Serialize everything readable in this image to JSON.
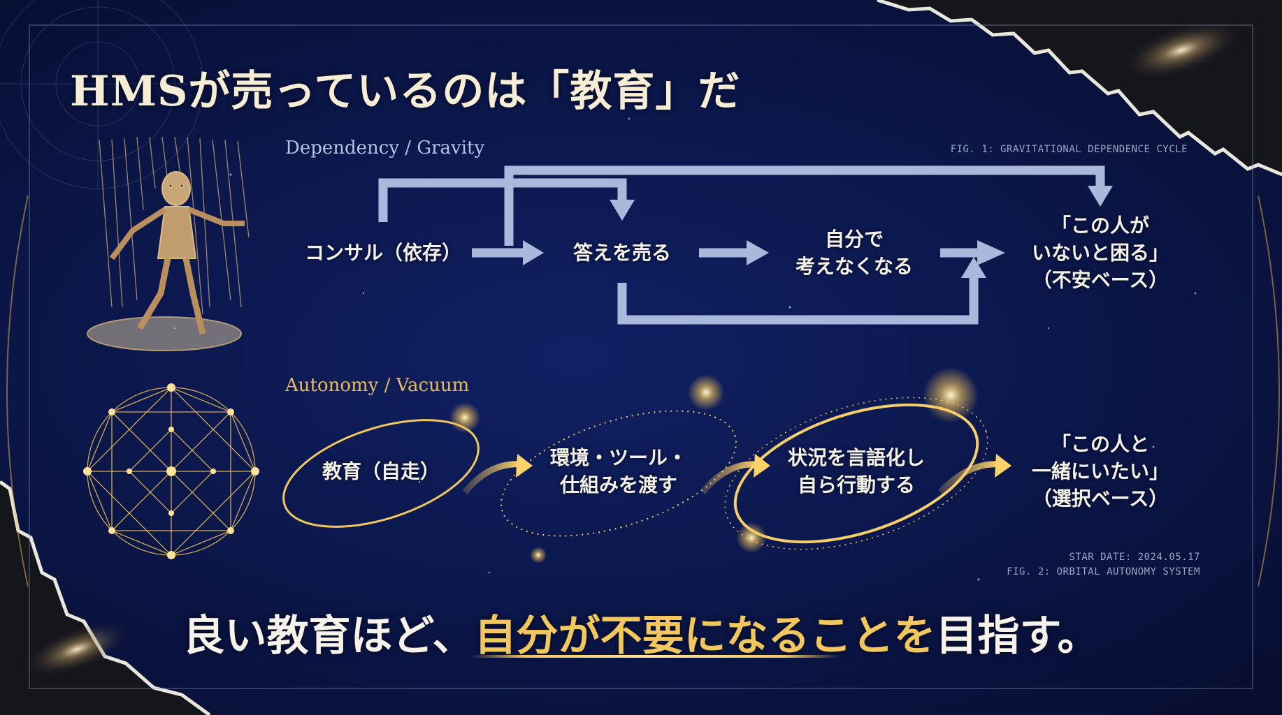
{
  "title": "HMSが売っているのは「教育」だ",
  "dependency": {
    "label": "Dependency / Gravity",
    "fig_caption": "FIG. 1: GRAVITATIONAL DEPENDENCE CYCLE",
    "nodes": [
      "コンサル（依存）",
      "答えを売る",
      "自分で\n考えなくなる",
      "「この人が\nいないと困る」\n（不安ベース）"
    ]
  },
  "autonomy": {
    "label": "Autonomy / Vacuum",
    "nodes": [
      "教育（自走）",
      "環境・ツール・\n仕組みを渡す",
      "状況を言語化し\n自ら行動する",
      "「この人と\n一緒にいたい」\n（選択ベース）"
    ],
    "star_date": "STAR DATE: 2024.05.17",
    "fig_caption": "FIG. 2: ORBITAL AUTONOMY SYSTEM"
  },
  "bottom": {
    "prefix": "良い教育ほど、",
    "highlight": "自分が不要になることを",
    "suffix": "目指す。"
  },
  "colors": {
    "background": "#0b1648",
    "gold": "#f2c75e",
    "arrow_blue": "#a9b9dc",
    "text": "#f4f1e8"
  },
  "icons": [
    "puppet-icon",
    "constellation-network-icon"
  ]
}
